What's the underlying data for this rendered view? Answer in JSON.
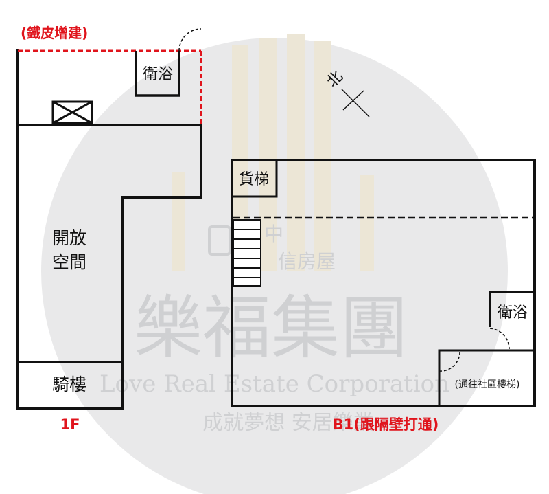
{
  "colors": {
    "wall": "#111111",
    "annotation": "#e0141c",
    "watermark_circle": "#e9e9ea",
    "watermark_text": "#cfd0d2",
    "watermark_bars": "#ece6d6"
  },
  "floor_1f": {
    "extension_label": "(鐵皮增建)",
    "bathroom": "衛浴",
    "open_space_line1": "開放",
    "open_space_line2": "空間",
    "arcade": "騎樓",
    "floor_label": "1F"
  },
  "north": {
    "label": "北"
  },
  "floor_b1": {
    "freight_elevator": "貨梯",
    "bathroom": "衛浴",
    "community_stairs": "(通往社區樓梯)",
    "floor_label": "B1(跟隔壁打通)"
  },
  "watermark": {
    "brand_cn": "樂福集團",
    "brand_en": "Love Real Estate Corporation",
    "slogan": "成就夢想 安居樂業",
    "logo_text_1": "中",
    "logo_text_2": "信房屋"
  }
}
